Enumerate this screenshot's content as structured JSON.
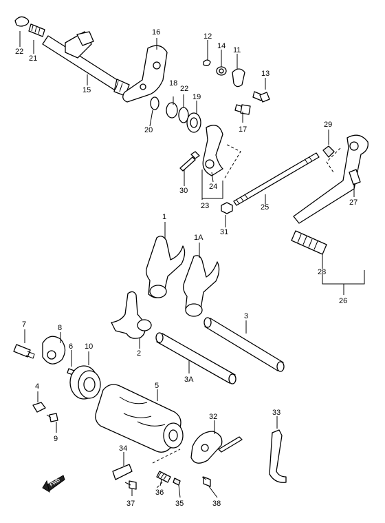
{
  "labels": {
    "p1": "1",
    "p1a": "1A",
    "p2": "2",
    "p3": "3",
    "p3a": "3A",
    "p4": "4",
    "p5": "5",
    "p6": "6",
    "p7": "7",
    "p8": "8",
    "p9": "9",
    "p10": "10",
    "p11": "11",
    "p12": "12",
    "p13": "13",
    "p14": "14",
    "p15": "15",
    "p16": "16",
    "p17": "17",
    "p18": "18",
    "p19": "19",
    "p20": "20",
    "p21": "21",
    "p22a": "22",
    "p22b": "22",
    "p23": "23",
    "p24": "24",
    "p25": "25",
    "p26": "26",
    "p27": "27",
    "p28": "28",
    "p29": "29",
    "p30": "30",
    "p31": "31",
    "p32": "32",
    "p33": "33",
    "p34": "34",
    "p35": "35",
    "p36": "36",
    "p37": "37",
    "p38": "38"
  },
  "fwd_label": "FWD"
}
